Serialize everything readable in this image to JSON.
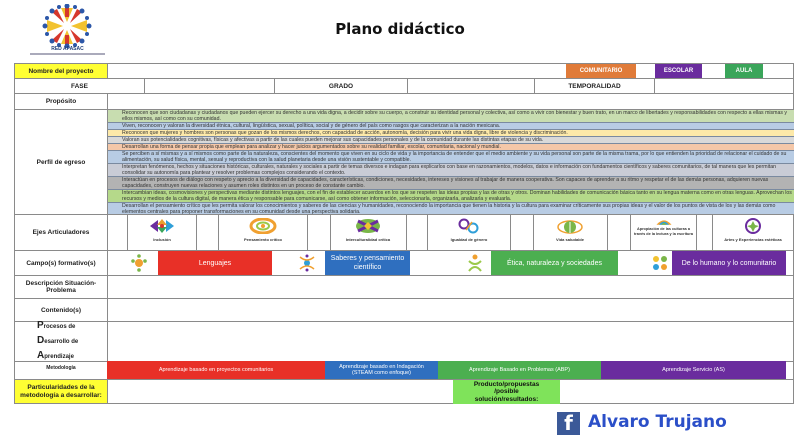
{
  "header": {
    "logo_name": "RED APASAC",
    "title": "Plano didáctico"
  },
  "project": {
    "name_label": "Nombre del proyecto",
    "name_value": "",
    "ambits": [
      {
        "label": "COMUNITARIO",
        "color": "#e07b39"
      },
      {
        "label": "ESCOLAR",
        "color": "#6a2c9e"
      },
      {
        "label": "AULA",
        "color": "#3aa55a"
      }
    ]
  },
  "row_fase": {
    "fase_label": "FASE",
    "fase_value": "",
    "grado_label": "GRADO",
    "grado_value": "",
    "temporalidad_label": "TEMPORALIDAD",
    "temporalidad_value": ""
  },
  "proposito": {
    "label": "Propósito",
    "value": ""
  },
  "perfil": {
    "label": "Perfil de egreso",
    "items": [
      {
        "text": "Reconocen que son ciudadanas y ciudadanos que pueden ejercer su derecho a una vida digna, a decidir sobre su cuerpo, a construir su identidad personal y colectiva, así como a vivir con bienestar y buen trato, en un marco de libertades y responsabilidades con respecto a ellas mismas y ellos mismos, así como con su comunidad.",
        "color": "#c8ddb0"
      },
      {
        "text": "Viven, reconocen y valoran la diversidad étnica, cultural, lingüística, sexual, política, social y de género del país como rasgos que caracterizan a la nación mexicana.",
        "color": "#b8cce4"
      },
      {
        "text": "Reconocen que mujeres y hombres son personas que gozan de los mismos derechos, con capacidad de acción, autonomía, decisión para vivir una vida digna, libre de violencia y discriminación.",
        "color": "#fde9a9"
      },
      {
        "text": "Valoran sus potencialidades cognitivas, físicas y afectivas a partir de las cuales pueden mejorar sus capacidades personales y de la comunidad durante las distintas etapas de su vida.",
        "color": "#d9d9d9"
      },
      {
        "text": "Desarrollan una forma de pensar propia que emplean para analizar y hacer juicios argumentados sobre su realidad familiar, escolar, comunitaria, nacional y mundial.",
        "color": "#f4c7a8"
      },
      {
        "text": "Se perciben a sí mismas y a sí mismos como parte de la naturaleza, conscientes del momento que viven en su ciclo de vida y la importancia de entender que el medio ambiente y su vida personal son parte de la misma trama, por lo que entienden la prioridad de relacionar el cuidado de su alimentación, su salud física, mental, sexual y reproductiva con la salud planetaria desde una visión sustentable y compatible.",
        "color": "#b8cce4"
      },
      {
        "text": "Interpretan fenómenos, hechos y situaciones históricas, culturales, naturales y sociales a partir de temas diversos e indagan para explicarlos con base en razonamientos, modelos, datos e información con fundamentos científicos y saberes comunitarios, de tal manera que les permitan consolidar su autonomía para plantear y resolver problemas complejos considerando el contexto.",
        "color": "#c9ccd6"
      },
      {
        "text": "Interactúan en procesos de diálogo con respeto y aprecio a la diversidad de capacidades, características, condiciones, necesidades, intereses y visiones al trabajar de manera cooperativa. Son capaces de aprender a su ritmo y respetar el de las demás personas, adquieren nuevas capacidades, construyen nuevas relaciones y asumen roles distintos en un proceso de constante cambio.",
        "color": "#b3b3b3"
      },
      {
        "text": "Intercambian ideas, cosmovisiones y perspectivas mediante distintos lenguajes, con el fin de establecer acuerdos en los que se respeten las ideas propias y las de otras y otros. Dominan habilidades de comunicación básica tanto en su lengua materna como en otras lenguas. Aprovechan los recursos y medios de la cultura digital, de manera ética y responsable para comunicarse, así como obtener información, seleccionarla, organizarla, analizarla y evaluarla.",
        "color": "#b5d98a"
      },
      {
        "text": "Desarrollan el pensamiento crítico que les permita valorar los conocimientos y saberes de las ciencias y humanidades, reconociendo la importancia que tienen la historia y la cultura para examinar críticamente sus propias ideas y el valor de los puntos de vista de los y las demás como elementos centrales para proponer transformaciones en su comunidad desde una perspectiva solidaria.",
        "color": "#b8cce4"
      }
    ]
  },
  "ejes": {
    "label": "Ejes Articuladores",
    "items": [
      {
        "label": "Inclusión",
        "icon": "inclusion-icon"
      },
      {
        "label": "Pensamiento crítico",
        "icon": "critical-thinking-icon"
      },
      {
        "label": "Interculturalidad crítica",
        "icon": "interculturality-icon"
      },
      {
        "label": "Igualdad de género",
        "icon": "gender-equality-icon"
      },
      {
        "label": "Vida saludable",
        "icon": "healthy-life-icon"
      },
      {
        "label": "Apropiación de las culturas a través de la lectura y la escritura",
        "icon": "reading-writing-icon"
      },
      {
        "label": "Artes y Experiencias estéticas",
        "icon": "arts-icon"
      }
    ]
  },
  "campos": {
    "label": "Campo(s) formativo(s)",
    "items": [
      {
        "label": "Lenguajes",
        "color": "#e83027"
      },
      {
        "label": "Saberes y pensamiento científico",
        "color": "#2f6fbf"
      },
      {
        "label": "Ética, naturaleza y sociedades",
        "color": "#4caf50"
      },
      {
        "label": "De lo humano y lo comunitario",
        "color": "#6a2c9e"
      }
    ]
  },
  "descripcion": {
    "label": "Descripción Situación- Problema",
    "value": ""
  },
  "contenidos": {
    "label": "Contenido(s)",
    "value": ""
  },
  "pda": {
    "line1_cap": "P",
    "line1_rest": "rocesos de",
    "line2_cap": "D",
    "line2_rest": "esarrollo de",
    "line3_cap": "A",
    "line3_rest": "prendizaje",
    "value": ""
  },
  "metodologia": {
    "label": "Metodología",
    "items": [
      {
        "label": "Aprendizaje basado en proyectos comunitarios",
        "color": "#e83027"
      },
      {
        "label": "Aprendizaje basado en Indagación (STEAM como enfoque)",
        "color": "#2f6fbf"
      },
      {
        "label": "Aprendizaje Basado en Problemas (ABP)",
        "color": "#4caf50"
      },
      {
        "label": "Aprendizaje Servicio (AS)",
        "color": "#6a2c9e"
      }
    ]
  },
  "particularidades": {
    "label": "Particularidades de la metodología a desarrollar:",
    "value": "",
    "producto_label": "Producto/propuestas /posible solución/resultados:",
    "producto_value": ""
  },
  "footer": {
    "fb_glyph": "f",
    "author": "Alvaro Trujano"
  }
}
